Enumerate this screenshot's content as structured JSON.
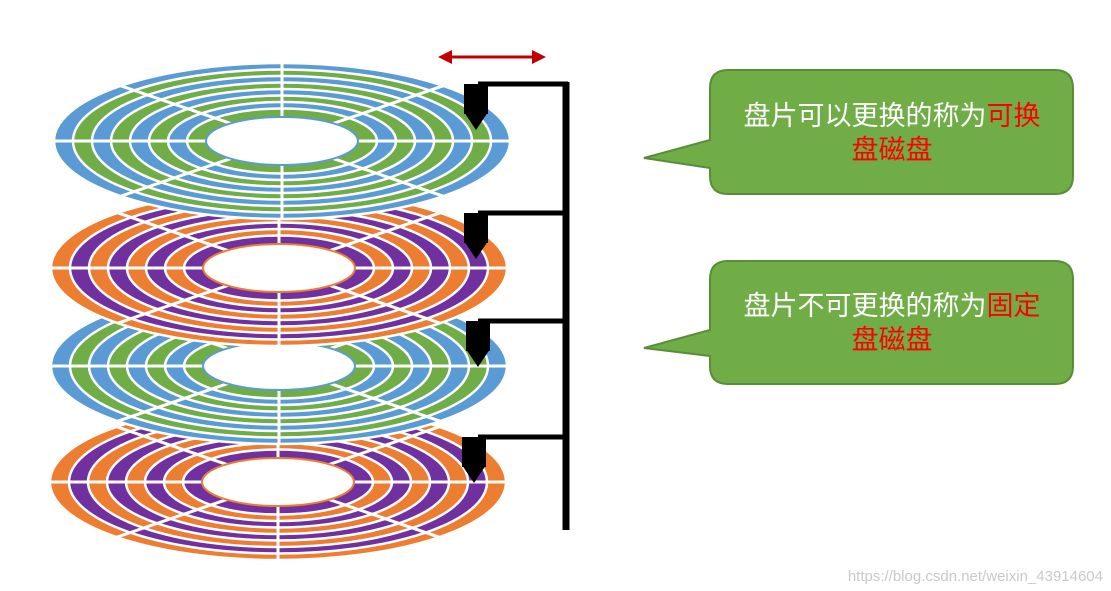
{
  "colors": {
    "blue_track": "#5b9bd5",
    "green_track": "#70ad47",
    "orange_track": "#ed7d31",
    "purple_track": "#7030a0",
    "callout_fill": "#70ad47",
    "callout_border": "#5a8d38",
    "arrow": "#c00000",
    "arm": "#000000",
    "highlight_text": "#ff0000"
  },
  "platters": [
    {
      "name": "platter-1",
      "outer_color": "#5b9bd5",
      "inner_color": "#70ad47"
    },
    {
      "name": "platter-2",
      "outer_color": "#ed7d31",
      "inner_color": "#7030a0"
    },
    {
      "name": "platter-3",
      "outer_color": "#5b9bd5",
      "inner_color": "#70ad47"
    },
    {
      "name": "platter-4",
      "outer_color": "#ed7d31",
      "inner_color": "#7030a0"
    }
  ],
  "callouts": [
    {
      "text_plain": "盘片可以更换的称为",
      "text_highlight_1": "可换",
      "text_highlight_2": "盘磁盘"
    },
    {
      "text_plain": "盘片不可更换的称为",
      "text_highlight_1": "固定",
      "text_highlight_2": "盘磁盘"
    }
  ],
  "watermark": "https://blog.csdn.net/weixin_43914604"
}
